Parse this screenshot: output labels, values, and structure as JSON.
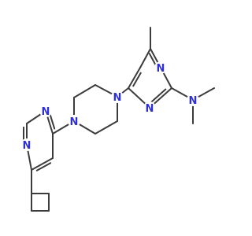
{
  "molecule": {
    "atoms": [
      {
        "id": "n1",
        "symbol": "N"
      },
      {
        "id": "n2",
        "symbol": "N"
      },
      {
        "id": "n3",
        "symbol": "N"
      },
      {
        "id": "n4",
        "symbol": "N"
      },
      {
        "id": "n5",
        "symbol": "N"
      },
      {
        "id": "n6",
        "symbol": "N"
      },
      {
        "id": "n7",
        "symbol": "N"
      }
    ],
    "colors": {
      "bond": "#3c3c3c",
      "nitrogen": "#2f2fd6",
      "background": "#ffffff"
    }
  }
}
